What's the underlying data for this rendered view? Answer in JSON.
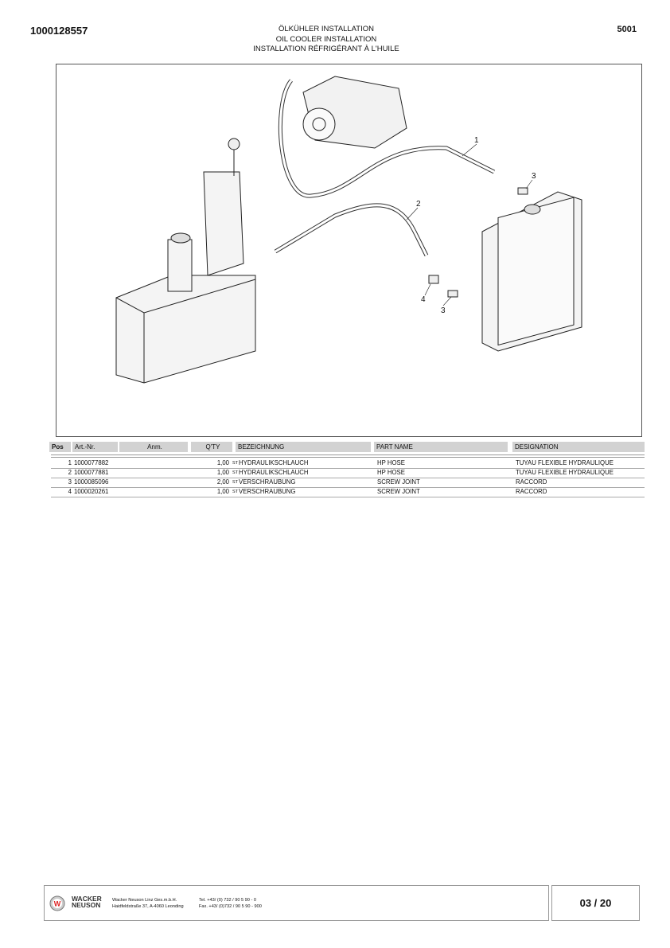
{
  "header": {
    "doc_number": "1000128557",
    "section": "5001",
    "title_de": "ÖLKÜHLER INSTALLATION",
    "title_en": "OIL COOLER INSTALLATION",
    "title_fr": "INSTALLATION RÉFRIGÉRANT À L'HUILE"
  },
  "drawing": {
    "callouts": [
      "1",
      "2",
      "3",
      "3",
      "4"
    ]
  },
  "table": {
    "headers": {
      "pos": "Pos",
      "art": "Art.-Nr.",
      "anm": "Anm.",
      "qty": "Q'TY",
      "bez": "BEZEICHNUNG",
      "part": "PART NAME",
      "des": "DESIGNATION"
    },
    "rows": [
      {
        "pos": "1",
        "art": "1000077882",
        "qty": "1,00",
        "unit": "ST",
        "bez": "HYDRAULIKSCHLAUCH",
        "part": "HP HOSE",
        "des": "TUYAU FLEXIBLE HYDRAULIQUE"
      },
      {
        "pos": "2",
        "art": "1000077881",
        "qty": "1,00",
        "unit": "ST",
        "bez": "HYDRAULIKSCHLAUCH",
        "part": "HP HOSE",
        "des": "TUYAU FLEXIBLE HYDRAULIQUE"
      },
      {
        "pos": "3",
        "art": "1000085096",
        "qty": "2,00",
        "unit": "ST",
        "bez": "VERSCHRAUBUNG",
        "part": "SCREW JOINT",
        "des": "RACCORD"
      },
      {
        "pos": "4",
        "art": "1000020261",
        "qty": "1,00",
        "unit": "ST",
        "bez": "VERSCHRAUBUNG",
        "part": "SCREW JOINT",
        "des": "RACCORD"
      }
    ]
  },
  "footer": {
    "logo_line1": "WACKER",
    "logo_line2": "NEUSON",
    "company": "Wacker Neuson Linz  Ges.m.b.H.",
    "address": "Haidfeldstraße 37, A-4060 Leonding",
    "tel": "Tel. +43/ (0) 732 / 90 5 90 - 0",
    "fax": "Fax. +43/ (0)732 / 90 5 90 - 900",
    "page": "03 / 20"
  }
}
